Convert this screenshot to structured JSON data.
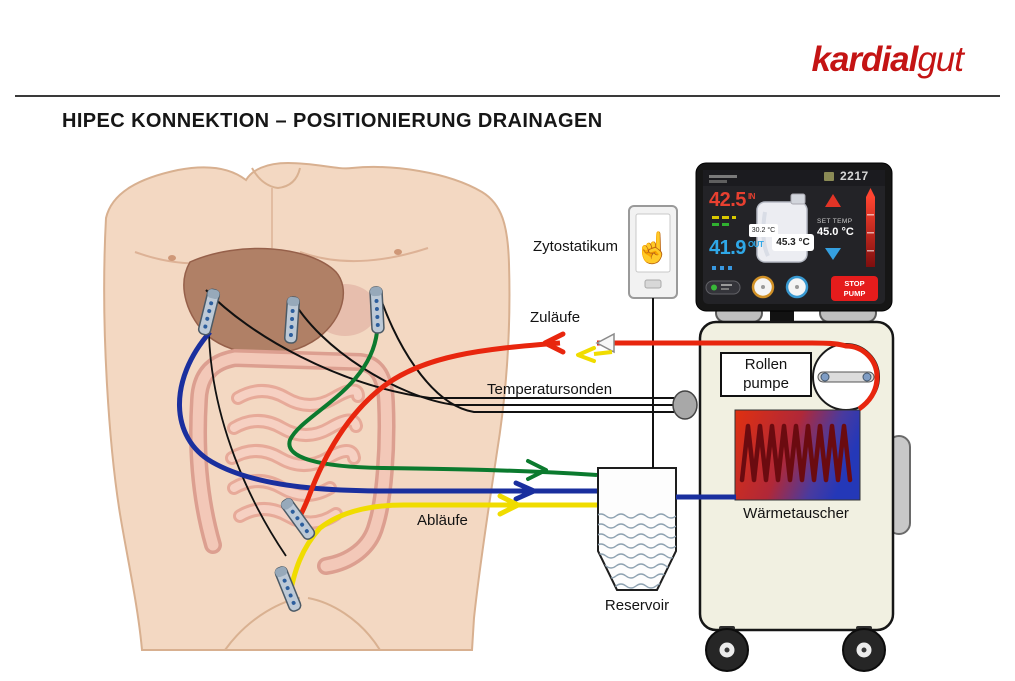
{
  "header": {
    "logo_part1": "kardial",
    "logo_part2": "gut",
    "title": "HIPEC KONNEKTION – POSITIONIERUNG DRAINAGEN"
  },
  "diagram_labels": {
    "zytostatikum": "Zytostatikum",
    "zulaeufe": "Zuläufe",
    "temperatursonden": "Temperatursonden",
    "ablaeufe": "Abläufe",
    "reservoir": "Reservoir",
    "rollen_pumpe": "Rollen\npumpe",
    "waermetauscher": "Wärmetauscher"
  },
  "monitor": {
    "device_number": "2217",
    "temp_in_value": "42.5",
    "temp_in_label": "IN",
    "temp_out_value": "41.9",
    "temp_out_label": "OUT",
    "temp_aux": "30.2 °C",
    "temp_bath": "45.3 °C",
    "set_temp_label": "SET TEMP",
    "set_temp_value": "45.0 °C",
    "stop_pump": "STOP\nPUMP"
  },
  "icons": {
    "hand": "☝"
  },
  "colors": {
    "inflow": "#e8260e",
    "outflow": "#f0dc00",
    "drain-green": "#0b7a2e",
    "drain-blue": "#1a2f9e",
    "probe": "#111111",
    "logo": "#c41414"
  }
}
